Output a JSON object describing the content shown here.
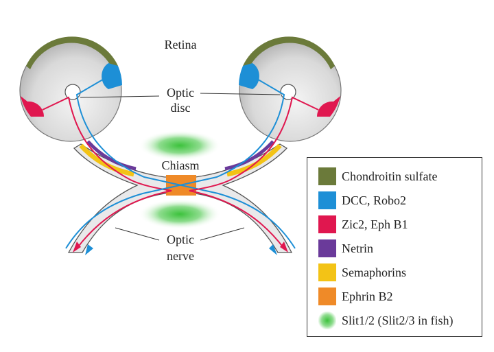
{
  "labels": {
    "retina": "Retina",
    "optic_disc_line1": "Optic",
    "optic_disc_line2": "disc",
    "chiasm": "Chiasm",
    "optic_nerve_line1": "Optic",
    "optic_nerve_line2": "nerve"
  },
  "legend": [
    {
      "label": "Chondroitin sulfate",
      "color": "#6b7a3a",
      "style": "square"
    },
    {
      "label": "DCC, Robo2",
      "color": "#1d8fd6",
      "style": "square"
    },
    {
      "label": "Zic2, Eph B1",
      "color": "#e0174f",
      "style": "square"
    },
    {
      "label": "Netrin",
      "color": "#6a3a9a",
      "style": "square"
    },
    {
      "label": "Semaphorins",
      "color": "#f3c316",
      "style": "square"
    },
    {
      "label": "Ephrin B2",
      "color": "#ef8a28",
      "style": "square"
    },
    {
      "label": "Slit1/2 (Slit2/3 in fish)",
      "color": "#3cc23c",
      "style": "glow"
    }
  ],
  "colors": {
    "chondroitin": "#6b7a3a",
    "dcc": "#1d8fd6",
    "zic2": "#e0174f",
    "netrin": "#6a3a9a",
    "semaphorin": "#f3c316",
    "ephrin": "#ef8a28",
    "slit": "#3cc23c",
    "eye_fill": "#d6d6d6",
    "tract_fill": "#e9e9ea"
  }
}
